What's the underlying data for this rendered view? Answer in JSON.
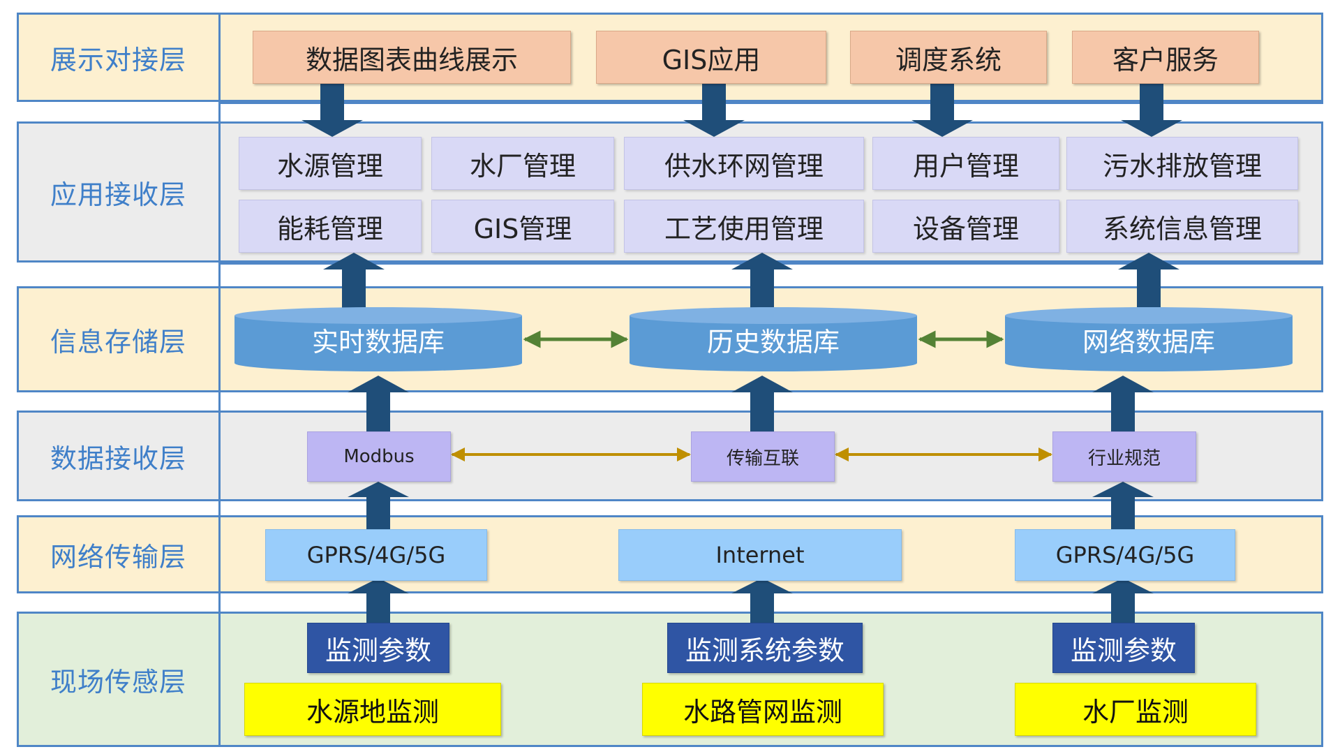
{
  "layers": [
    {
      "label": "展示对接层",
      "bg": "#fdf0d0"
    },
    {
      "label": "应用接收层",
      "bg": "#ececec"
    },
    {
      "label": "信息存储层",
      "bg": "#fdf0d0"
    },
    {
      "label": "数据接收层",
      "bg": "#ececec"
    },
    {
      "label": "网络传输层",
      "bg": "#fdf0d0"
    },
    {
      "label": "现场传感层",
      "bg": "#e2efda"
    }
  ],
  "presentation": [
    "数据图表曲线展示",
    "GIS应用",
    "调度系统",
    "客户服务"
  ],
  "application": {
    "row1": [
      "水源管理",
      "水厂管理",
      "供水环网管理",
      "用户管理",
      "污水排放管理"
    ],
    "row2": [
      "能耗管理",
      "GIS管理",
      "工艺使用管理",
      "设备管理",
      "系统信息管理"
    ]
  },
  "databases": [
    "实时数据库",
    "历史数据库",
    "网络数据库"
  ],
  "receiving": [
    "Modbus",
    "传输互联",
    "行业规范"
  ],
  "network": [
    "GPRS/4G/5G",
    "Internet",
    "GPRS/4G/5G"
  ],
  "parameters": [
    "监测参数",
    "监测系统参数",
    "监测参数"
  ],
  "sites": [
    "水源地监测",
    "水路管网监测",
    "水厂监测"
  ],
  "colors": {
    "border": "#4f86c6",
    "label_text": "#3f7fc9",
    "arrow": "#1f4e79",
    "db_arrow": "#548235",
    "recv_arrow": "#bf8f00",
    "db_fill": "#5b9bd5"
  }
}
